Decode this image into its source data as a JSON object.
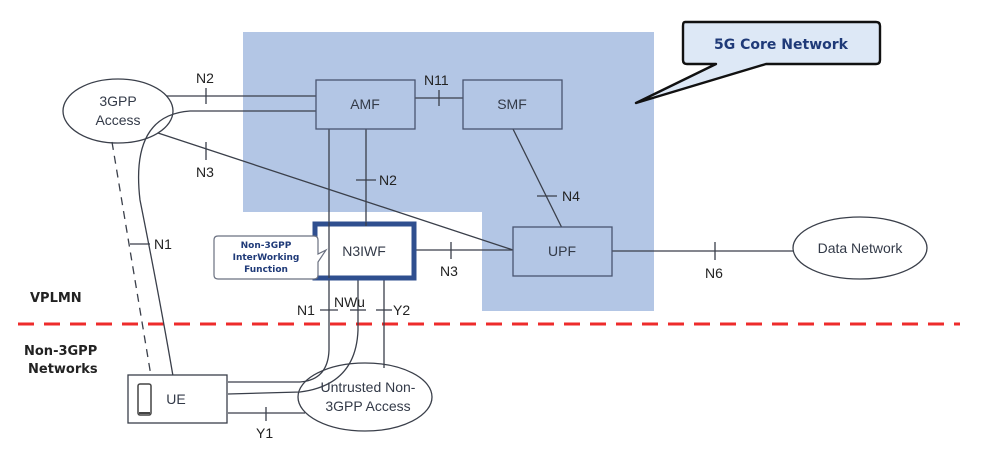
{
  "diagram": {
    "title_callout": "5G Core Network",
    "n3iwf_callout": [
      "Non-3GPP",
      "InterWorking",
      "Function"
    ],
    "regions": {
      "upper": "VPLMN",
      "lower": [
        "Non-3GPP",
        "Networks"
      ]
    },
    "nodes": {
      "access_3gpp": [
        "3GPP",
        "Access"
      ],
      "amf": "AMF",
      "smf": "SMF",
      "upf": "UPF",
      "n3iwf": "N3IWF",
      "data_network": "Data Network",
      "ue": "UE",
      "untrusted_access": [
        "Untrusted Non-",
        "3GPP Access"
      ]
    },
    "interfaces": {
      "n2_access_amf": "N2",
      "n3_access_upf": "N3",
      "n11": "N11",
      "n2_amf_n3iwf": "N2",
      "n4": "N4",
      "n3_n3iwf_upf": "N3",
      "n6": "N6",
      "n1_ue_amf": "N1",
      "n1_n3iwf": "N1",
      "nwu": "NWu",
      "y2": "Y2",
      "y1": "Y1"
    },
    "colors": {
      "core_fill": "#b3c6e5",
      "n3iwf_border": "#2f4f8f",
      "callout_fill": "#dde8f6",
      "boundary_line": "#ee2b2b",
      "callout_text": "#1f3a78"
    }
  }
}
